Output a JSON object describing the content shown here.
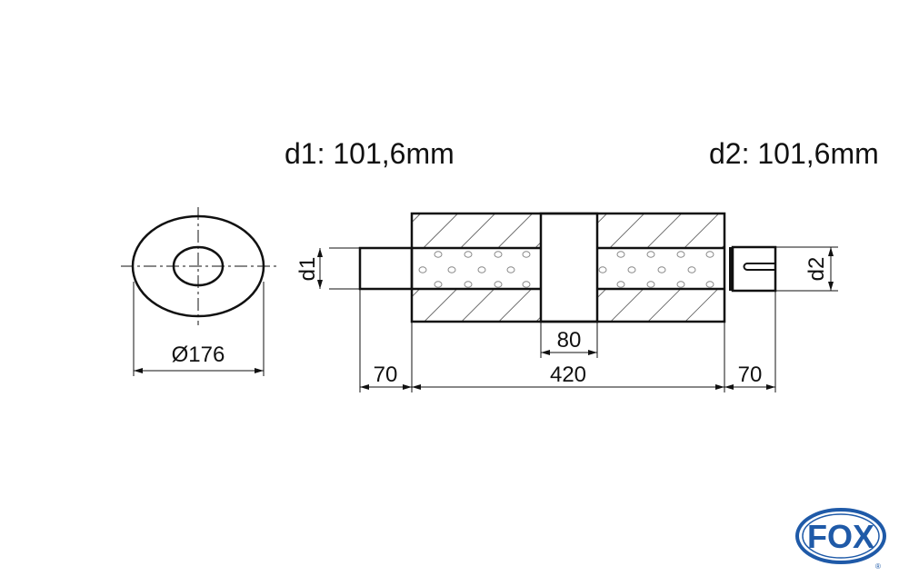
{
  "labels": {
    "d1_title": "d1: 101,6mm",
    "d2_title": "d2: 101,6mm",
    "diameter": "Ø176",
    "d1": "d1",
    "d2": "d2",
    "left_pipe_length": "70",
    "body_length": "420",
    "center_gap": "80",
    "right_pipe_length": "70"
  },
  "logo": {
    "text": "FOX",
    "registered": "®"
  },
  "colors": {
    "line": "#111111",
    "logo_blue": "#1f5aa8"
  }
}
